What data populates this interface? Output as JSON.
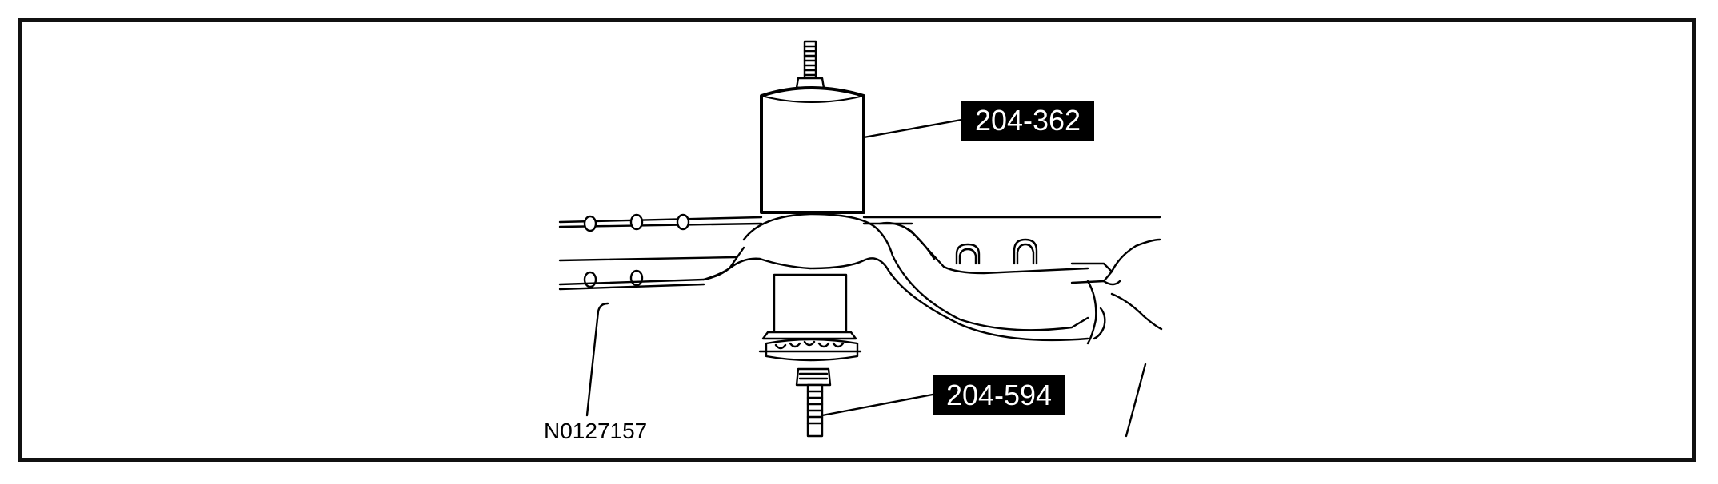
{
  "callouts": {
    "tool_upper": "204-362",
    "tool_lower": "204-594"
  },
  "figure_id": "N0127157",
  "colors": {
    "line": "#000000",
    "label_bg": "#000000",
    "label_text": "#ffffff",
    "border": "#111111"
  }
}
